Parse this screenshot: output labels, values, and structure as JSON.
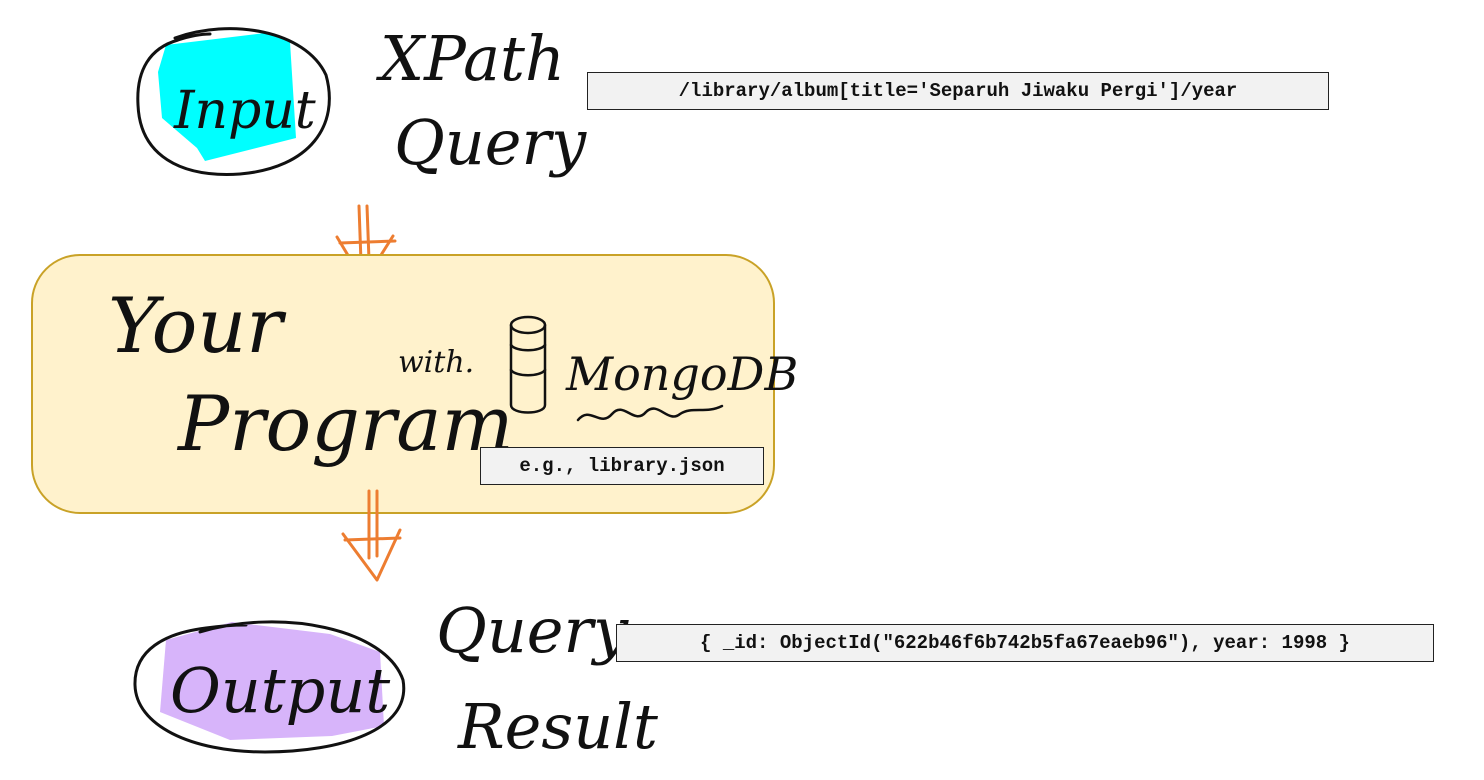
{
  "input": {
    "label": "Input",
    "caption_line1": "XPath",
    "caption_line2": "Query",
    "query": "/library/album[title='Separuh Jiwaku Pergi']/year"
  },
  "program": {
    "line1": "Your",
    "line2": "Program",
    "with_label": "with.",
    "db_label": "MongoDB",
    "example_file": "e.g., library.json"
  },
  "output": {
    "label": "Output",
    "caption_line1": "Query",
    "caption_line2": "Result",
    "result": "{ _id: ObjectId(\"622b46f6b742b5fa67eaeb96\"), year: 1998 }"
  },
  "colors": {
    "input_highlight": "#00ffff",
    "output_highlight": "#d7b4fa",
    "program_fill": "#fff2cc",
    "program_border": "#c9a227",
    "arrow": "#ed7d31",
    "code_box_fill": "#f2f2f2"
  }
}
